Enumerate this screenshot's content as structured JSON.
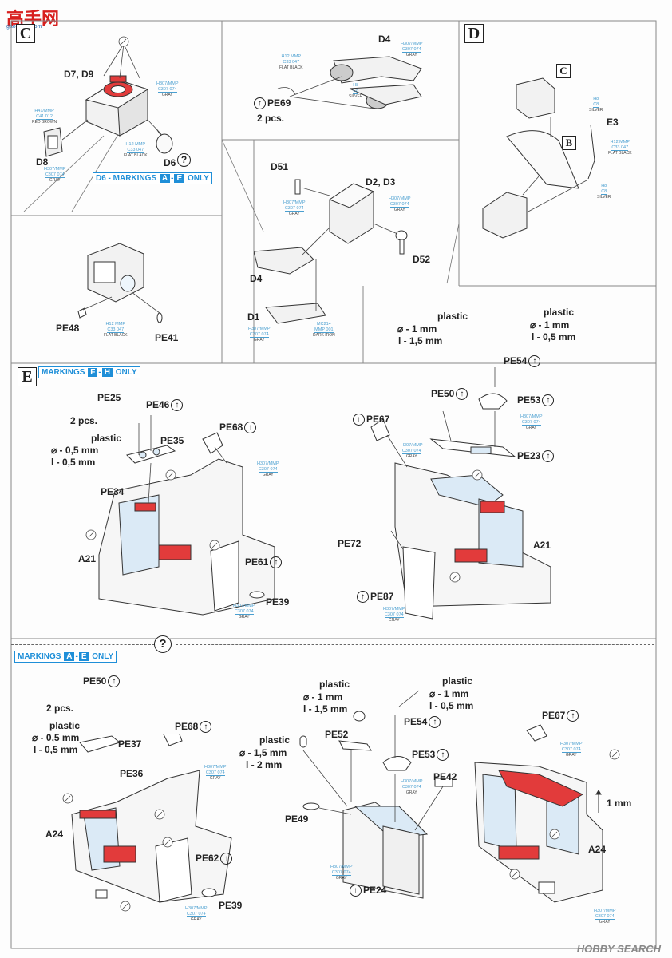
{
  "watermark": {
    "logo": "高手网",
    "logo_sub": "gao-shou.com",
    "footer": "HOBBY SEARCH"
  },
  "steps": {
    "C": "C",
    "D": "D",
    "E": "E",
    "B": "B",
    "C_sub": "C"
  },
  "stepC": {
    "d7d9": "D7, D9",
    "d8": "D8",
    "d6": "D6",
    "marking": {
      "prefix": "D6 - MARKINGS",
      "from": "A",
      "to": "E",
      "suffix": "ONLY"
    },
    "pe48": "PE48",
    "pe41": "PE41",
    "paints": {
      "p1": {
        "top": "H307/MMP",
        "code": "C307 074",
        "name": "GRAY"
      },
      "p2": {
        "top": "H41/MMP",
        "code": "C41 012",
        "name": "RED BROWN"
      },
      "p3": {
        "top": "H12 MMP",
        "code": "C33 047",
        "name": "FLAT BLACK"
      },
      "p4": {
        "top": "H307/MMP",
        "code": "C307 074",
        "name": "GRAY"
      },
      "p5": {
        "top": "H12 MMP",
        "code": "C33 047",
        "name": "FLAT BLACK"
      }
    }
  },
  "stepTop": {
    "d4a": "D4",
    "pe69": "PE69",
    "pe69_pcs": "2 pcs.",
    "d51": "D51",
    "d2d3": "D2, D3",
    "d52": "D52",
    "d4b": "D4",
    "d1": "D1",
    "paints": {
      "p1": {
        "top": "H307/MMP",
        "code": "C307 074",
        "name": "GRAY"
      },
      "p2": {
        "top": "H12 MMP",
        "code": "C33 047",
        "name": "FLAT BLACK"
      },
      "p3": {
        "top": "H8",
        "code": "C8",
        "name": "SILVER"
      },
      "p4": {
        "top": "H307/MMP",
        "code": "C307 074",
        "name": "GRAY"
      },
      "p5": {
        "top": "H307/MMP",
        "code": "C307 074",
        "name": "GRAY"
      },
      "p6": {
        "top": "H307/MMP",
        "code": "C307 074",
        "name": "GRAY"
      },
      "p7": {
        "top": "MC214",
        "code": "MMP 001",
        "name": "DARK IRON"
      }
    }
  },
  "stepD": {
    "e3": "E3",
    "paints": {
      "p1": {
        "top": "H8",
        "code": "C8",
        "name": "SILVER"
      },
      "p2": {
        "top": "H12 MMP",
        "code": "C33 047",
        "name": "FLAT BLACK"
      },
      "p3": {
        "top": "H8",
        "code": "C8",
        "name": "SILVER"
      }
    }
  },
  "stepE": {
    "marking": {
      "prefix": "MARKINGS",
      "from": "F",
      "to": "H",
      "suffix": "ONLY"
    },
    "left": {
      "pe25": "PE25",
      "pcs": "2 pcs.",
      "plastic": "plastic",
      "dia": "⌀ - 0,5 mm",
      "len": "l - 0,5 mm",
      "pe46": "PE46",
      "pe35": "PE35",
      "pe68": "PE68",
      "pe34": "PE34",
      "a21": "A21",
      "pe61": "PE61",
      "pe39": "PE39",
      "paints": {
        "p1": {
          "top": "H307/MMP",
          "code": "C307 074",
          "name": "GRAY"
        },
        "p2": {
          "top": "H307/MMP",
          "code": "C307 074",
          "name": "GRAY"
        }
      }
    },
    "right": {
      "plastic1": "plastic",
      "dia1": "⌀ - 1 mm",
      "len1": "l - 1,5 mm",
      "plastic2": "plastic",
      "dia2": "⌀ - 1 mm",
      "len2": "l - 0,5 mm",
      "pe54": "PE54",
      "pe50": "PE50",
      "pe53": "PE53",
      "pe67": "PE67",
      "pe23": "PE23",
      "pe72": "PE72",
      "a21": "A21",
      "pe87": "PE87",
      "paints": {
        "p1": {
          "top": "H307/MMP",
          "code": "C307 074",
          "name": "GRAY"
        },
        "p2": {
          "top": "H307/MMP",
          "code": "C307 074",
          "name": "GRAY"
        },
        "p3": {
          "top": "H307/MMP",
          "code": "C307 074",
          "name": "GRAY"
        }
      }
    }
  },
  "stepBottom": {
    "marking": {
      "prefix": "MARKINGS",
      "from": "A",
      "to": "E",
      "suffix": "ONLY"
    },
    "left": {
      "pe50": "PE50",
      "pcs": "2 pcs.",
      "plastic": "plastic",
      "dia": "⌀ - 0,5 mm",
      "len": "l - 0,5 mm",
      "pe37": "PE37",
      "pe36": "PE36",
      "pe68": "PE68",
      "a24": "A24",
      "pe62": "PE62",
      "pe39": "PE39",
      "paints": {
        "p1": {
          "top": "H307/MMP",
          "code": "C307 074",
          "name": "GRAY"
        },
        "p2": {
          "top": "H307/MMP",
          "code": "C307 074",
          "name": "GRAY"
        }
      }
    },
    "mid": {
      "plastic1": "plastic",
      "dia1": "⌀ - 1 mm",
      "len1": "l - 1,5 mm",
      "plastic2": "plastic",
      "dia2": "⌀ - 1 mm",
      "len2": "l - 0,5 mm",
      "plastic3": "plastic",
      "dia3": "⌀ - 1,5 mm",
      "len3": "l - 2 mm",
      "pe52": "PE52",
      "pe54": "PE54",
      "pe53": "PE53",
      "pe42": "PE42",
      "pe49": "PE49",
      "pe24": "PE24",
      "paints": {
        "p1": {
          "top": "H307/MMP",
          "code": "C307 074",
          "name": "GRAY"
        },
        "p2": {
          "top": "H307/MMP",
          "code": "C307 074",
          "name": "GRAY"
        }
      }
    },
    "right": {
      "pe67": "PE67",
      "one_mm": "1 mm",
      "a24": "A24",
      "paints": {
        "p1": {
          "top": "H307/MMP",
          "code": "C307 074",
          "name": "GRAY"
        },
        "p2": {
          "top": "H307/MMP",
          "code": "C307 074",
          "name": "GRAY"
        }
      }
    }
  },
  "arrow_glyph": "↑",
  "question": "?"
}
